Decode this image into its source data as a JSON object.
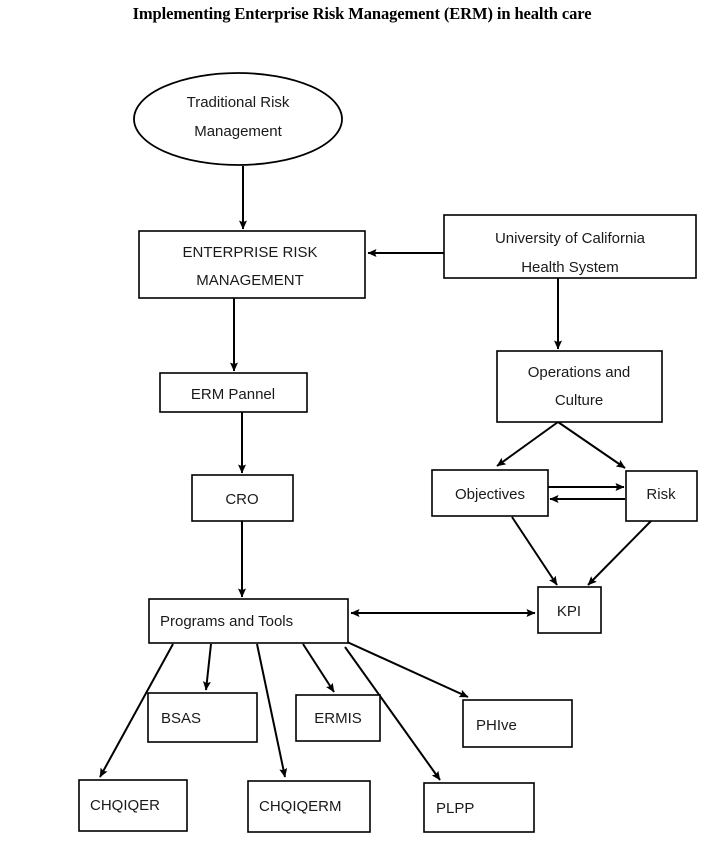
{
  "title": "Implementing Enterprise Risk Management (ERM) in health care",
  "nodes": {
    "traditional_risk_management": {
      "line1": "Traditional Risk",
      "line2": "Management"
    },
    "enterprise_risk_management": {
      "line1": "ENTERPRISE RISK",
      "line2": "MANAGEMENT"
    },
    "uc_health_system": {
      "line1": "University of California",
      "line2": "Health System"
    },
    "erm_pannel": {
      "line1": "ERM Pannel"
    },
    "cro": {
      "line1": "CRO"
    },
    "operations_and_culture": {
      "line1": "Operations and",
      "line2": "Culture"
    },
    "objectives": {
      "line1": "Objectives"
    },
    "risk": {
      "line1": "Risk"
    },
    "kpi": {
      "line1": "KPI"
    },
    "programs_and_tools": {
      "line1": "Programs and Tools"
    },
    "bsas": {
      "line1": "BSAS"
    },
    "ermis": {
      "line1": "ERMIS"
    },
    "phive": {
      "line1": "PHIve"
    },
    "chqiqer": {
      "line1": "CHQIQER"
    },
    "chqiqerm": {
      "line1": "CHQIQERM"
    },
    "plpp": {
      "line1": "PLPP"
    }
  },
  "colors": {
    "stroke": "#000000",
    "fill": "#ffffff",
    "text": "#1a1a1a"
  }
}
